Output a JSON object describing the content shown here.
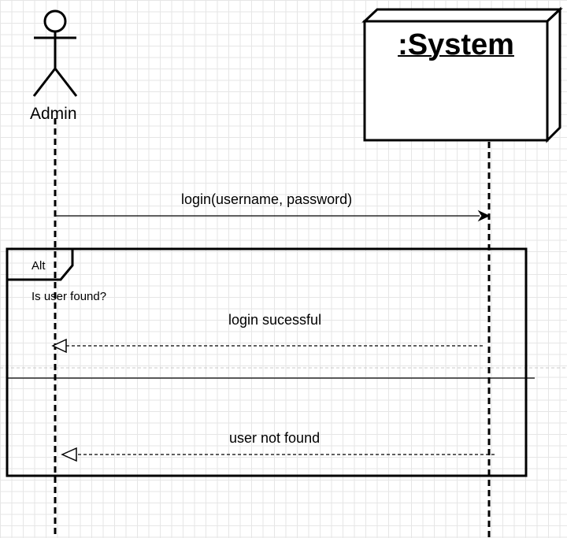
{
  "actor": {
    "name": "Admin"
  },
  "system": {
    "name": ":System"
  },
  "messages": {
    "login_call": "login(username, password)",
    "login_success": "login sucessful",
    "user_not_found": "user not found"
  },
  "alt_fragment": {
    "operator": "Alt",
    "guard": "Is user found?"
  }
}
